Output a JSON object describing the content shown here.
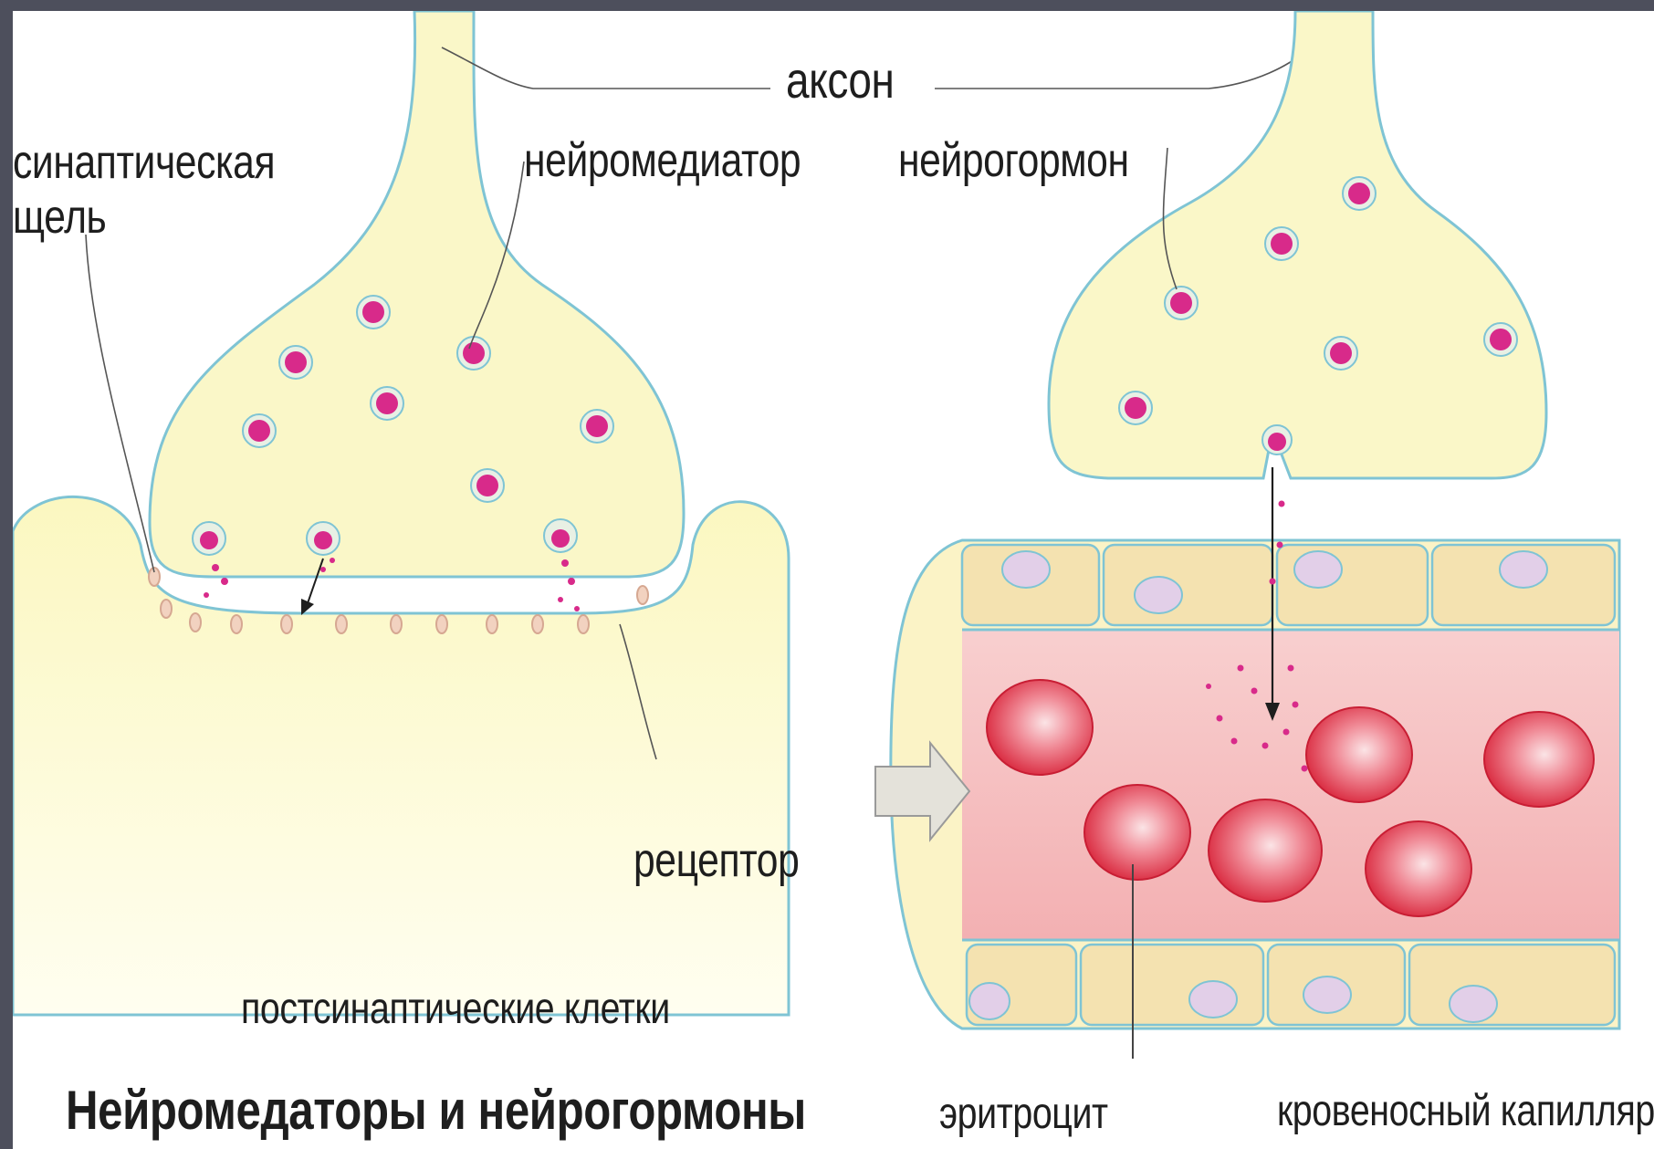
{
  "labels": {
    "axon": "аксон",
    "synaptic_cleft_1": "синаптическая",
    "synaptic_cleft_2": "щель",
    "neurotransmitter": "нейромедиатор",
    "neurohormone": "нейрогормон",
    "receptor": "рецептор",
    "postsynaptic_cells": "постсинаптические клетки",
    "title": "Нейромедаторы и нейрогормоны",
    "erythrocyte": "эритроцит",
    "capillary": "кровеносный капилляр"
  },
  "colors": {
    "page_border": "#4d4f5c",
    "cell_fill": "#faf7c8",
    "membrane_stroke": "#7fc4d4",
    "vesicle_fill": "#d82a8a",
    "vesicle_halo": "#e8f0e4",
    "blood_plasma": "#f5b8b8",
    "erythrocyte": "#e23a4c",
    "endothelium": "#f4e2b0",
    "nucleus": "#e2cfe8"
  },
  "icons": {
    "vesicle": "vesicle-icon",
    "flow_arrow": "flow-arrow-icon"
  }
}
